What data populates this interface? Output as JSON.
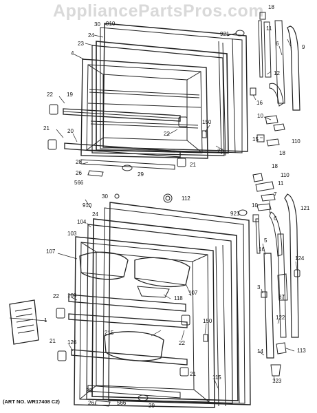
{
  "watermark": "AppliancePartsPros.com",
  "art_number": "(ART NO. WR17408 C2)",
  "callouts": [
    {
      "id": "c-18a",
      "text": "18"
    },
    {
      "id": "c-30a",
      "text": "30"
    },
    {
      "id": "c-910a",
      "text": "910"
    },
    {
      "id": "c-24a",
      "text": "24"
    },
    {
      "id": "c-23",
      "text": "23"
    },
    {
      "id": "c-921a",
      "text": "921"
    },
    {
      "id": "c-11a",
      "text": "11"
    },
    {
      "id": "c-6a",
      "text": "6"
    },
    {
      "id": "c-9",
      "text": "9"
    },
    {
      "id": "c-4",
      "text": "4"
    },
    {
      "id": "c-12",
      "text": "12"
    },
    {
      "id": "c-22a",
      "text": "22"
    },
    {
      "id": "c-19",
      "text": "19"
    },
    {
      "id": "c-16a",
      "text": "16"
    },
    {
      "id": "c-10a",
      "text": "10"
    },
    {
      "id": "c-21a",
      "text": "21"
    },
    {
      "id": "c-20",
      "text": "20"
    },
    {
      "id": "c-22b",
      "text": "22"
    },
    {
      "id": "c-150a",
      "text": "150"
    },
    {
      "id": "c-15",
      "text": "15"
    },
    {
      "id": "c-110a",
      "text": "110"
    },
    {
      "id": "c-25",
      "text": "25"
    },
    {
      "id": "c-18b",
      "text": "18"
    },
    {
      "id": "c-28a",
      "text": "28"
    },
    {
      "id": "c-26a",
      "text": "26"
    },
    {
      "id": "c-566a",
      "text": "566"
    },
    {
      "id": "c-29a",
      "text": "29"
    },
    {
      "id": "c-21b",
      "text": "21"
    },
    {
      "id": "c-18c",
      "text": "18"
    },
    {
      "id": "c-110b",
      "text": "110"
    },
    {
      "id": "c-11b",
      "text": "11"
    },
    {
      "id": "c-30b",
      "text": "30"
    },
    {
      "id": "c-112",
      "text": "112"
    },
    {
      "id": "c-910b",
      "text": "910"
    },
    {
      "id": "c-24b",
      "text": "24"
    },
    {
      "id": "c-921b",
      "text": "921"
    },
    {
      "id": "c-10b",
      "text": "10"
    },
    {
      "id": "c-7",
      "text": "7"
    },
    {
      "id": "c-104",
      "text": "104"
    },
    {
      "id": "c-121",
      "text": "121"
    },
    {
      "id": "c-103",
      "text": "103"
    },
    {
      "id": "c-6b",
      "text": "6"
    },
    {
      "id": "c-107a",
      "text": "107"
    },
    {
      "id": "c-5",
      "text": "5"
    },
    {
      "id": "c-16b",
      "text": "16"
    },
    {
      "id": "c-124",
      "text": "124"
    },
    {
      "id": "c-118",
      "text": "118"
    },
    {
      "id": "c-107b",
      "text": "107"
    },
    {
      "id": "c-87",
      "text": "87"
    },
    {
      "id": "c-22c",
      "text": "22"
    },
    {
      "id": "c-109",
      "text": "109"
    },
    {
      "id": "c-3",
      "text": "3"
    },
    {
      "id": "c-1",
      "text": "1"
    },
    {
      "id": "c-150b",
      "text": "150"
    },
    {
      "id": "c-122",
      "text": "122"
    },
    {
      "id": "c-215",
      "text": "215"
    },
    {
      "id": "c-22d",
      "text": "22"
    },
    {
      "id": "c-21c",
      "text": "21"
    },
    {
      "id": "c-126",
      "text": "126"
    },
    {
      "id": "c-14",
      "text": "14"
    },
    {
      "id": "c-113",
      "text": "113"
    },
    {
      "id": "c-21d",
      "text": "21"
    },
    {
      "id": "c-123",
      "text": "123"
    },
    {
      "id": "c-115",
      "text": "115"
    },
    {
      "id": "c-28b",
      "text": "28"
    },
    {
      "id": "c-26b",
      "text": "26"
    },
    {
      "id": "c-566b",
      "text": "566"
    },
    {
      "id": "c-29b",
      "text": "29"
    }
  ]
}
